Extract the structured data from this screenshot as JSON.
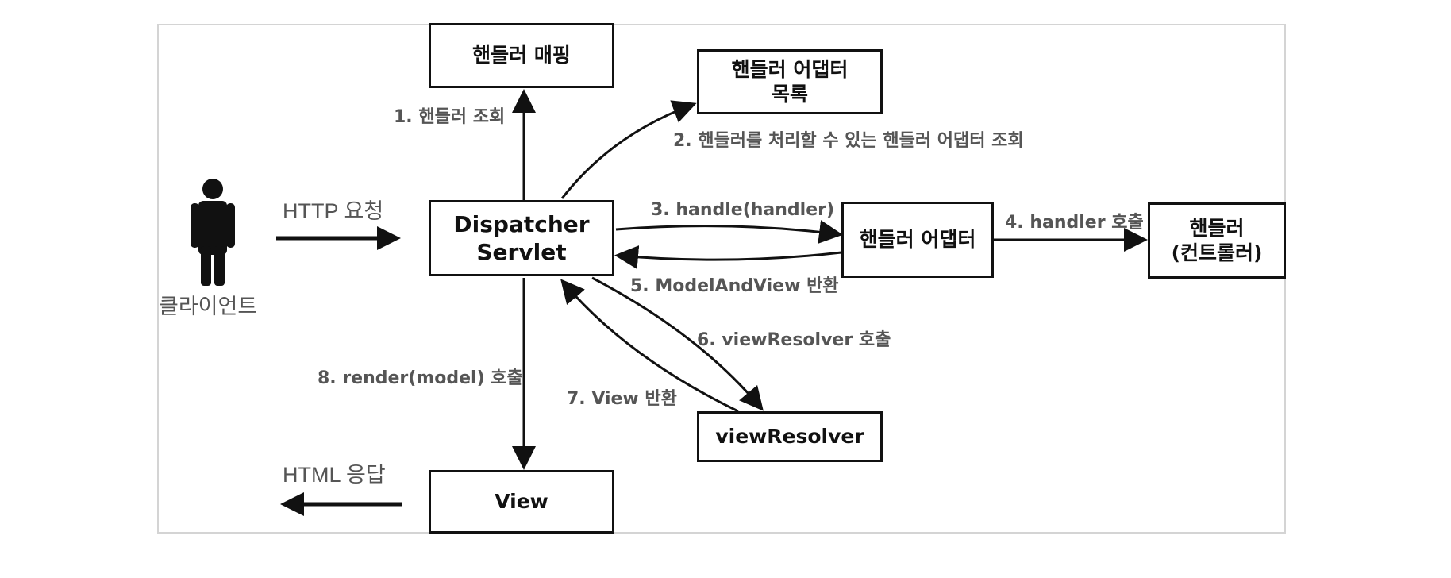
{
  "client": {
    "label": "클라이언트"
  },
  "request": {
    "label": "HTTP 요청"
  },
  "response": {
    "label": "HTML 응답"
  },
  "boxes": {
    "handler_mapping": "핸들러 매핑",
    "adapter_list_line1": "핸들러 어댑터",
    "adapter_list_line2": "목록",
    "dispatcher_line1": "Dispatcher",
    "dispatcher_line2": "Servlet",
    "handler_adapter": "핸들러 어댑터",
    "handler_line1": "핸들러",
    "handler_line2": "(컨트롤러)",
    "view_resolver": "viewResolver",
    "view": "View"
  },
  "steps": {
    "s1": "1. 핸들러 조회",
    "s2": "2. 핸들러를 처리할 수 있는 핸들러 어댑터 조회",
    "s3": "3. handle(handler)",
    "s4": "4. handler 호출",
    "s5": "5. ModelAndView 반환",
    "s6": "6. viewResolver 호출",
    "s7": "7. View 반환",
    "s8": "8. render(model) 호출"
  }
}
